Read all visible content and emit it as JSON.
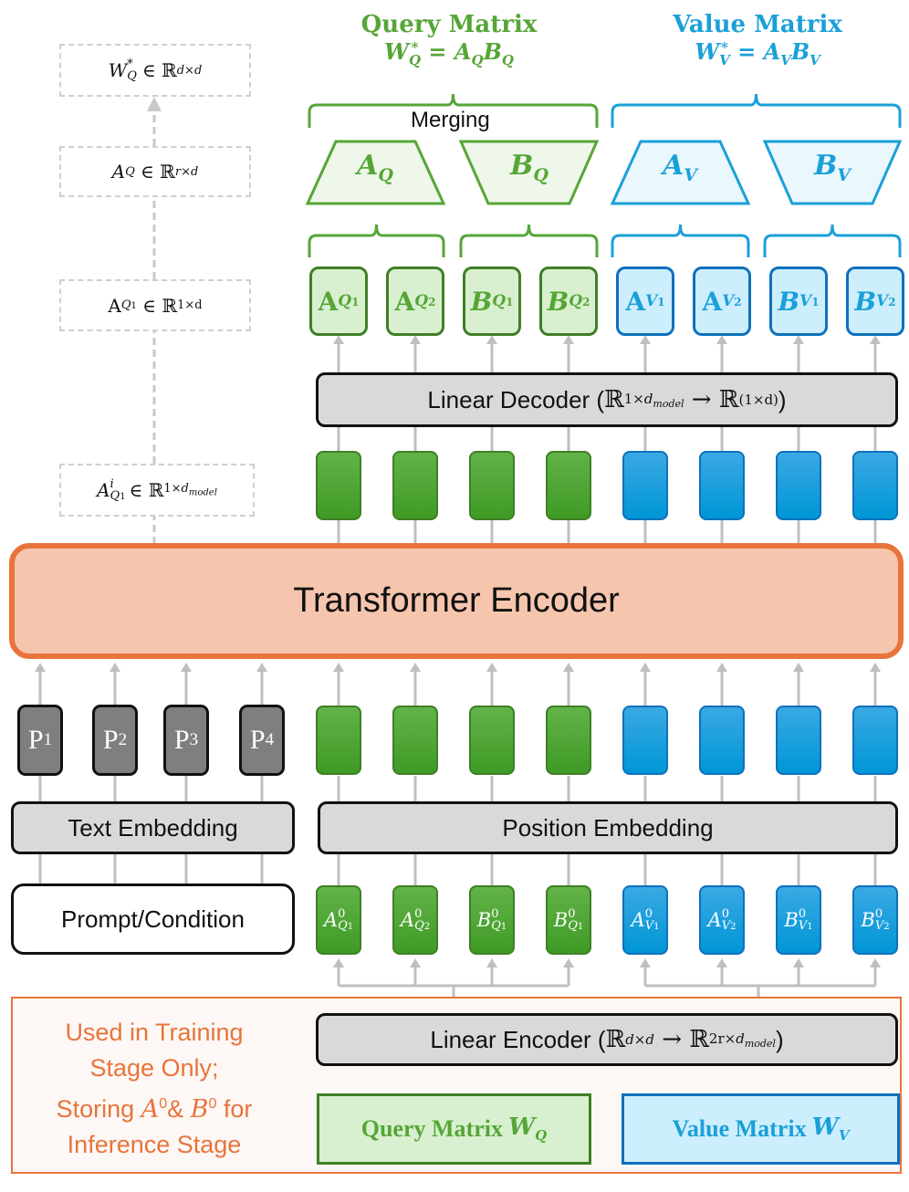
{
  "colors": {
    "query_green": "#56a637",
    "query_green_dark": "#3f7f25",
    "value_blue": "#1aa0d8",
    "value_blue_dark": "#0f70bd",
    "encoder_orange": "#e8743b",
    "encoder_fill": "#f5c6ad",
    "gray_block": "#d9d9d9",
    "prompt_token": "#7f7f7f",
    "connector_gray": "#bfbfbf"
  },
  "left_annotations": {
    "w_star": {
      "base": "W",
      "sub": "Q",
      "sup": "*",
      "rel": "∈ ℝ",
      "dim": "d×d"
    },
    "a_q": {
      "base": "A",
      "sub": "Q",
      "rel": "∈ ℝ",
      "dim": "r×d"
    },
    "a_q1": {
      "base": "A",
      "sub": "Q",
      "subsub": "1",
      "rel": "∈ ℝ",
      "dim": "1×d"
    },
    "a_q1_i": {
      "base": "A",
      "sup": "i",
      "sub": "Q",
      "subsub": "1",
      "rel": "∈ ℝ",
      "dim": "1×",
      "dim_base": "d",
      "dim_sub": "model"
    }
  },
  "headers": {
    "query": {
      "title": "Query Matrix",
      "lhs": "W",
      "lhs_sup": "*",
      "lhs_sub": "Q",
      "eq": " = ",
      "a": "A",
      "a_sub": "Q",
      "b": "B",
      "b_sub": "Q"
    },
    "value": {
      "title": "Value Matrix",
      "lhs": "W",
      "lhs_sup": "*",
      "lhs_sub": "V",
      "eq": " = ",
      "a": "A",
      "a_sub": "V",
      "b": "B",
      "b_sub": "V"
    }
  },
  "merging_label": "Merging",
  "low_rank_blocks": [
    {
      "base": "A",
      "sub": "Q",
      "group": "query"
    },
    {
      "base": "B",
      "sub": "Q",
      "group": "query"
    },
    {
      "base": "A",
      "sub": "V",
      "group": "value"
    },
    {
      "base": "B",
      "sub": "V",
      "group": "value"
    }
  ],
  "decoded_tokens": [
    {
      "base": "A",
      "sub": "Q",
      "idx": "1",
      "group": "query"
    },
    {
      "base": "A",
      "sub": "Q",
      "idx": "2",
      "group": "query"
    },
    {
      "base": "B",
      "sub": "Q",
      "idx": "1",
      "group": "query"
    },
    {
      "base": "B",
      "sub": "Q",
      "idx": "2",
      "group": "query"
    },
    {
      "base": "A",
      "sub": "V",
      "idx": "1",
      "group": "value"
    },
    {
      "base": "A",
      "sub": "V",
      "idx": "2",
      "group": "value"
    },
    {
      "base": "B",
      "sub": "V",
      "idx": "1",
      "group": "value"
    },
    {
      "base": "B",
      "sub": "V",
      "idx": "2",
      "group": "value"
    }
  ],
  "linear_decoder": {
    "label": "Linear Decoder (",
    "from": "ℝ",
    "from_dim": "1×",
    "from_dim_base": "d",
    "from_dim_sub": "model",
    "arrow": " → ",
    "to": "ℝ",
    "to_dim": "(1×d)",
    "close": ")"
  },
  "transformer_encoder": {
    "label": "Transformer Encoder"
  },
  "prompt_tokens": [
    {
      "base": "P",
      "sub": "1"
    },
    {
      "base": "P",
      "sub": "2"
    },
    {
      "base": "P",
      "sub": "3"
    },
    {
      "base": "P",
      "sub": "4"
    }
  ],
  "text_embedding": {
    "label": "Text Embedding"
  },
  "position_embedding": {
    "label": "Position Embedding"
  },
  "prompt_condition": {
    "label": "Prompt/Condition"
  },
  "initial_tokens": [
    {
      "base": "A",
      "sup": "0",
      "sub": "Q",
      "idx": "1",
      "group": "query"
    },
    {
      "base": "A",
      "sup": "0",
      "sub": "Q",
      "idx": "2",
      "group": "query"
    },
    {
      "base": "B",
      "sup": "0",
      "sub": "Q",
      "idx": "1",
      "group": "query"
    },
    {
      "base": "B",
      "sup": "0",
      "sub": "Q",
      "idx": "1",
      "group": "query"
    },
    {
      "base": "A",
      "sup": "0",
      "sub": "V",
      "idx": "1",
      "group": "value"
    },
    {
      "base": "A",
      "sup": "0",
      "sub": "V",
      "idx": "2",
      "group": "value"
    },
    {
      "base": "B",
      "sup": "0",
      "sub": "V",
      "idx": "1",
      "group": "value"
    },
    {
      "base": "B",
      "sup": "0",
      "sub": "V",
      "idx": "2",
      "group": "value"
    }
  ],
  "linear_encoder": {
    "label": "Linear Encoder (",
    "from": "ℝ",
    "from_dim": "d×d",
    "arrow": " → ",
    "to": "ℝ",
    "to_dim": "2r×",
    "to_dim_base": "d",
    "to_dim_sub": "model",
    "close": ")"
  },
  "training_note": {
    "line1": "Used in Training",
    "line2": "Stage Only;",
    "line3_pre": "Storing ",
    "a": "A",
    "a_sup": "0",
    "amp": "& ",
    "b": "B",
    "b_sup": "0",
    "line3_post": " for",
    "line4": "Inference Stage"
  },
  "input_matrices": {
    "query": {
      "label": "Query Matrix",
      "sym": "W",
      "sub": "Q"
    },
    "value": {
      "label": "Value Matrix",
      "sym": "W",
      "sub": "V"
    }
  }
}
